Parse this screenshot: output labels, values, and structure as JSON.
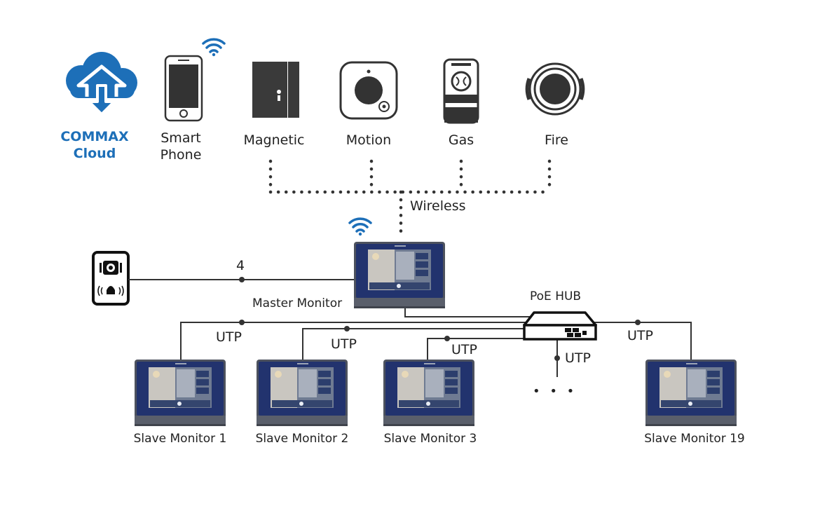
{
  "colors": {
    "brand_blue": "#1d6fb8",
    "line": "#333333",
    "monitor_frame": "#5a5f6b",
    "monitor_screen": "#1e3573"
  },
  "devices": {
    "cloud": {
      "label_line1": "COMMAX",
      "label_line2": "Cloud",
      "icon": "cloud-upload-icon"
    },
    "phone": {
      "label_line1": "Smart",
      "label_line2": "Phone",
      "icon": "smartphone-icon"
    },
    "magnetic": {
      "label": "Magnetic",
      "icon": "magnetic-sensor-icon"
    },
    "motion": {
      "label": "Motion",
      "icon": "motion-sensor-icon"
    },
    "gas": {
      "label": "Gas",
      "icon": "gas-sensor-icon"
    },
    "fire": {
      "label": "Fire",
      "icon": "fire-sensor-icon"
    }
  },
  "wireless_label": "Wireless",
  "door_wire_count": "4",
  "master_monitor": "Master Monitor",
  "hub": "PoE HUB",
  "utp_label": "UTP",
  "ellipsis": "• • •",
  "slaves": [
    {
      "label": "Slave Monitor 1"
    },
    {
      "label": "Slave Monitor 2"
    },
    {
      "label": "Slave Monitor 3"
    },
    {
      "label": "Slave Monitor 19"
    }
  ]
}
